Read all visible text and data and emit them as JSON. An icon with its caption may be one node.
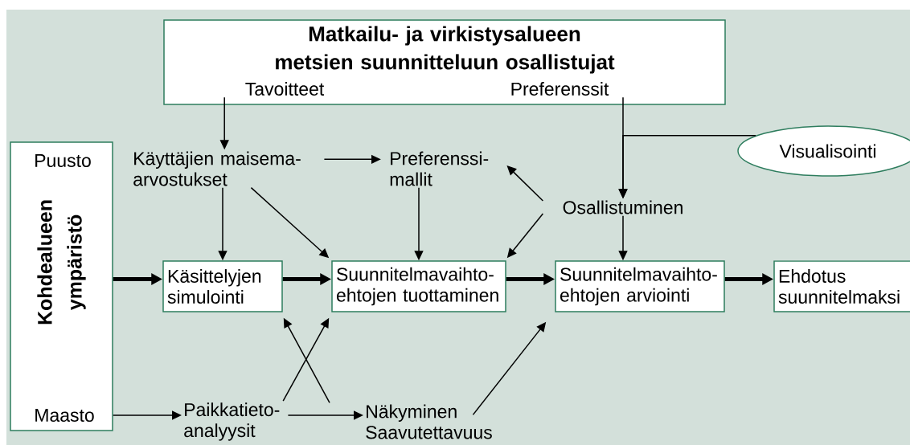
{
  "diagram": {
    "nodes": [
      {
        "text": [
          "Matkailu- ja virkistysalueen metsien suunnitteluun osallistujat"
        ]
      },
      {
        "text": [
          "Tavoitteet"
        ],
        "in": 0
      },
      {
        "text": [
          "Preferenssit"
        ],
        "in": 0
      },
      {
        "text": [
          "Visualisointi"
        ]
      },
      {
        "text": [
          "Kohdealueen ympäristö"
        ]
      },
      {
        "text": [
          "Puusto"
        ],
        "in": 4
      },
      {
        "text": [
          "Maasto"
        ],
        "in": 4
      },
      {
        "text": [
          "Käyttäjien maisema- arvostukset"
        ]
      },
      {
        "text": [
          "Preferenssi- mallit"
        ]
      },
      {
        "text": [
          "Osallistuminen"
        ]
      },
      {
        "text": [
          "Käsittelyjen simulointi"
        ]
      },
      {
        "text": [
          "Suunnitelmavaihto- ehtojen tuottaminen"
        ]
      },
      {
        "text": [
          "Suunnitelmavaihto- ehtojen arviointi"
        ]
      },
      {
        "text": [
          "Ehdotus suunnitelmaksi"
        ]
      },
      {
        "text": [
          "Paikkatieto- analyysit"
        ]
      },
      {
        "text": [
          "Näkyminen Saavutettavuus"
        ]
      }
    ],
    "edges": [
      {
        "from": 1,
        "to": 7,
        "arrow": "to"
      },
      {
        "from": 2,
        "to": 9,
        "arrow": "to"
      },
      {
        "from": 3,
        "to": 9,
        "arrow": "to"
      },
      {
        "from": 7,
        "to": 8,
        "arrow": "to"
      },
      {
        "from": 9,
        "to": 8,
        "arrow": "to"
      },
      {
        "from": 7,
        "to": 10,
        "arrow": "to"
      },
      {
        "from": 7,
        "to": 11,
        "arrow": "to"
      },
      {
        "from": 8,
        "to": 11,
        "arrow": "to"
      },
      {
        "from": 9,
        "to": 11,
        "arrow": "to"
      },
      {
        "from": 9,
        "to": 12,
        "arrow": "to"
      },
      {
        "from": 4,
        "to": 10,
        "arrow": "to",
        "style": "thick"
      },
      {
        "from": 10,
        "to": 11,
        "arrow": "to",
        "style": "thick"
      },
      {
        "from": 11,
        "to": 12,
        "arrow": "to",
        "style": "thick"
      },
      {
        "from": 12,
        "to": 13,
        "arrow": "to",
        "style": "thick"
      },
      {
        "from": 6,
        "to": 14,
        "arrow": "to"
      },
      {
        "from": 14,
        "to": 15,
        "arrow": "to"
      },
      {
        "from": 14,
        "to": 11,
        "arrow": "to"
      },
      {
        "from": 15,
        "to": 10,
        "arrow": "to"
      },
      {
        "from": 15,
        "to": 12,
        "arrow": "to"
      }
    ]
  }
}
